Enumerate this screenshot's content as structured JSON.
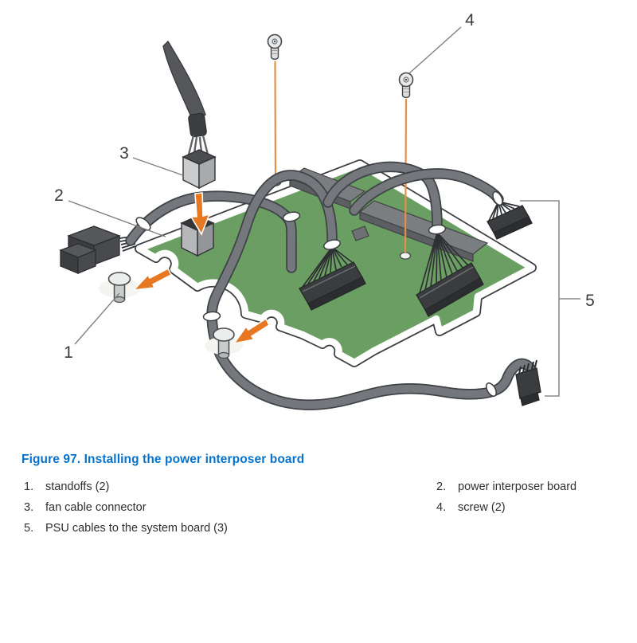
{
  "figure": {
    "caption": "Figure 97. Installing the power interposer board",
    "callouts": {
      "c1": "1",
      "c2": "2",
      "c3": "3",
      "c4": "4",
      "c5": "5"
    },
    "legend": [
      {
        "num": "1.",
        "label": "standoffs (2)"
      },
      {
        "num": "2.",
        "label": "power interposer board"
      },
      {
        "num": "3.",
        "label": "fan cable connector"
      },
      {
        "num": "4.",
        "label": "screw (2)"
      },
      {
        "num": "5.",
        "label": "PSU cables to the system board (3)"
      }
    ],
    "colors": {
      "caption_blue": "#0672CB",
      "board_green": "#6A9E62",
      "arrow_orange": "#E87722",
      "screw_guide_orange": "#E2904E",
      "cable_gray": "#74787C",
      "connector_dark": "#3A3C3F"
    }
  }
}
